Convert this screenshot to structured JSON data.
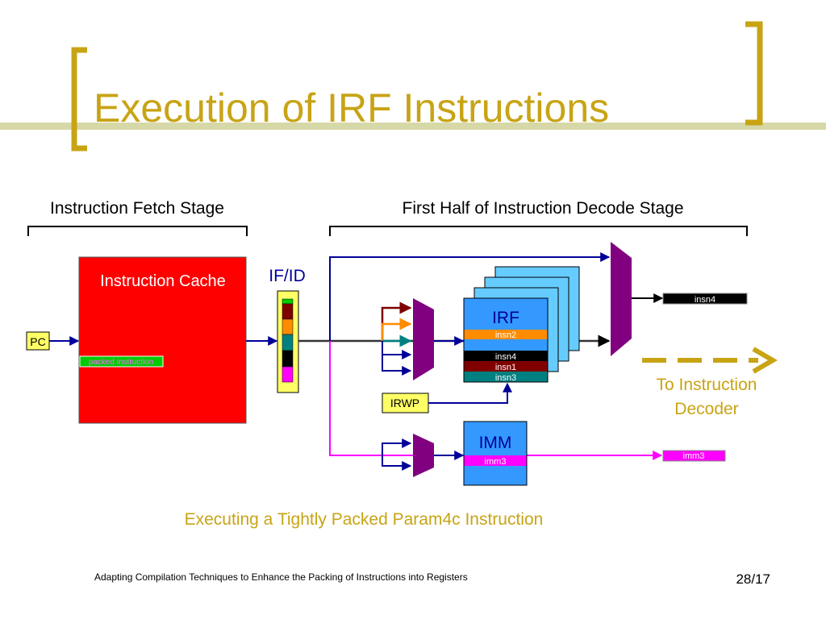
{
  "slide": {
    "title": "Execution of IRF Instructions",
    "caption": "Executing a Tightly Packed Param4c Instruction",
    "footer": "Adapting Compilation Techniques to Enhance the Packing of Instructions into Registers",
    "page_number": "28/17"
  },
  "diagram": {
    "stage_labels": {
      "fetch": "Instruction Fetch Stage",
      "decode": "First Half of Instruction Decode Stage"
    },
    "pc_label": "PC",
    "icache": {
      "label": "Instruction Cache",
      "packed_instruction": "packed instruction"
    },
    "ifid_label": "IF/ID",
    "irf": {
      "label": "IRF",
      "rows": [
        "insn2",
        "insn4",
        "insn1",
        "insn3"
      ]
    },
    "irwp_label": "IRWP",
    "imm": {
      "label": "IMM",
      "row": "imm3"
    },
    "outputs": {
      "insn": "insn4",
      "imm": "imm3"
    },
    "to_decoder": {
      "line1": "To Instruction",
      "line2": "Decoder"
    }
  },
  "colors": {
    "title": "#c8a415",
    "cache_red": "#ff0000",
    "ifid_yellow": "#ffff66",
    "mux_purple": "#800080",
    "register_blue": "#3399ff",
    "wire_navy": "#000099",
    "wire_magenta": "#ff00ff",
    "insn2_orange": "#ff8c00",
    "insn1_maroon": "#800000",
    "insn3_teal": "#008080",
    "packed_green": "#00cc00"
  }
}
